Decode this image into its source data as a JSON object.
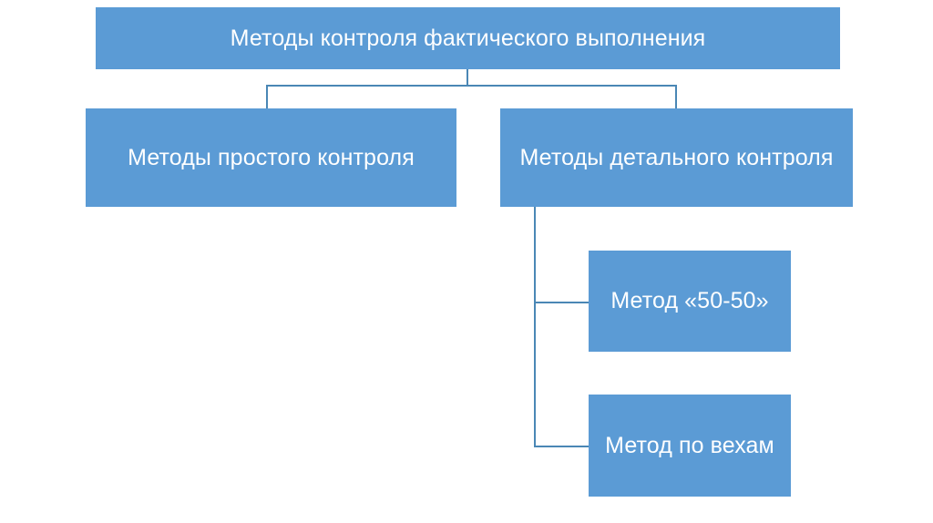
{
  "diagram": {
    "type": "hierarchy-tree",
    "title": "Методы контроля фактического выполнения",
    "colors": {
      "node_fill": "#5B9BD5",
      "node_text": "#FFFFFF",
      "connector": "#4A87B5",
      "background": "#FFFFFF"
    },
    "nodes": {
      "root": {
        "label": "Методы контроля фактического выполнения",
        "level": 0
      },
      "simple": {
        "label": "Методы простого контроля",
        "level": 1
      },
      "detailed": {
        "label": "Методы детального контроля",
        "level": 1
      },
      "fifty": {
        "label": "Метод «50-50»",
        "level": 2
      },
      "milestone": {
        "label": "Метод по вехам",
        "level": 2
      }
    },
    "edges": [
      {
        "from": "root",
        "to": "simple"
      },
      {
        "from": "root",
        "to": "detailed"
      },
      {
        "from": "detailed",
        "to": "fifty"
      },
      {
        "from": "detailed",
        "to": "milestone"
      }
    ]
  }
}
